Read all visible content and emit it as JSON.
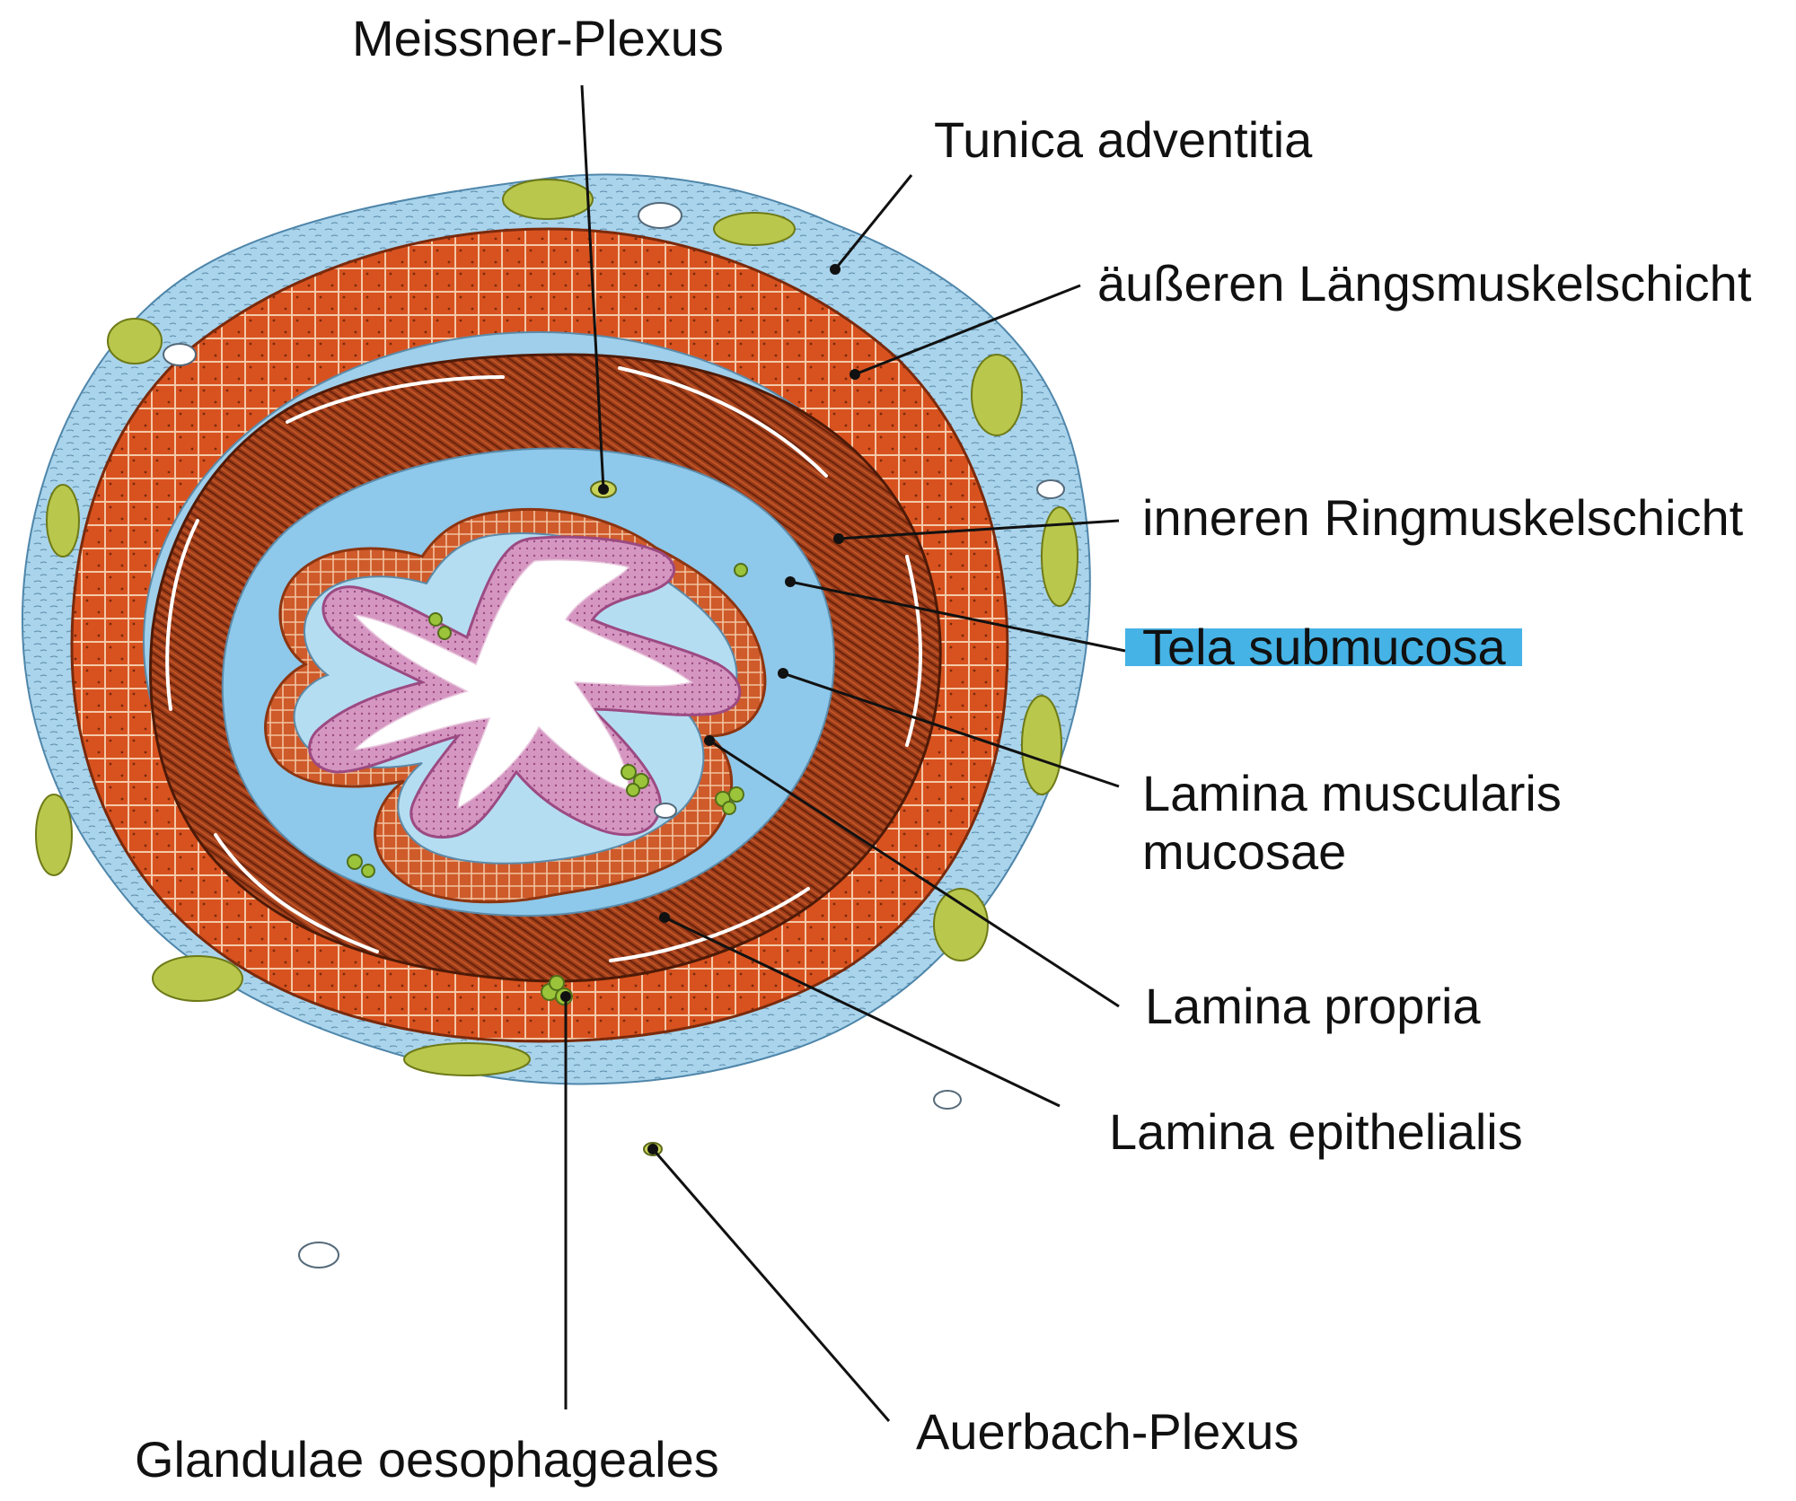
{
  "labels": {
    "meissner_plexus": "Meissner-Plexus",
    "tunica_adventitia": "Tunica adventitia",
    "outer_longitudinal": "äußeren Längsmuskelschicht",
    "inner_circular": "inneren Ringmuskelschicht",
    "tela_submucosa": "Tela submucosa",
    "lamina_muscularis_line1": "Lamina muscularis",
    "lamina_muscularis_line2": "mucosae",
    "lamina_propria": "Lamina propria",
    "lamina_epithelialis": "Lamina epithelialis",
    "auerbach_plexus": "Auerbach-Plexus",
    "glandulae": "Glandulae oesophageales"
  },
  "colors": {
    "adventitia": "#a9d4ec",
    "outer_muscle": "#d8521f",
    "inner_muscle": "#8e3517",
    "submucosa": "#8ec8ea",
    "muscularis_mucosae": "#cf5a2a",
    "lamina_propria": "#b5ddf2",
    "epithelium": "#d597c2",
    "lumen": "#ffffff",
    "fat": "#b9c84c",
    "gland": "#9bc43a",
    "highlight": "#45b3e6"
  }
}
